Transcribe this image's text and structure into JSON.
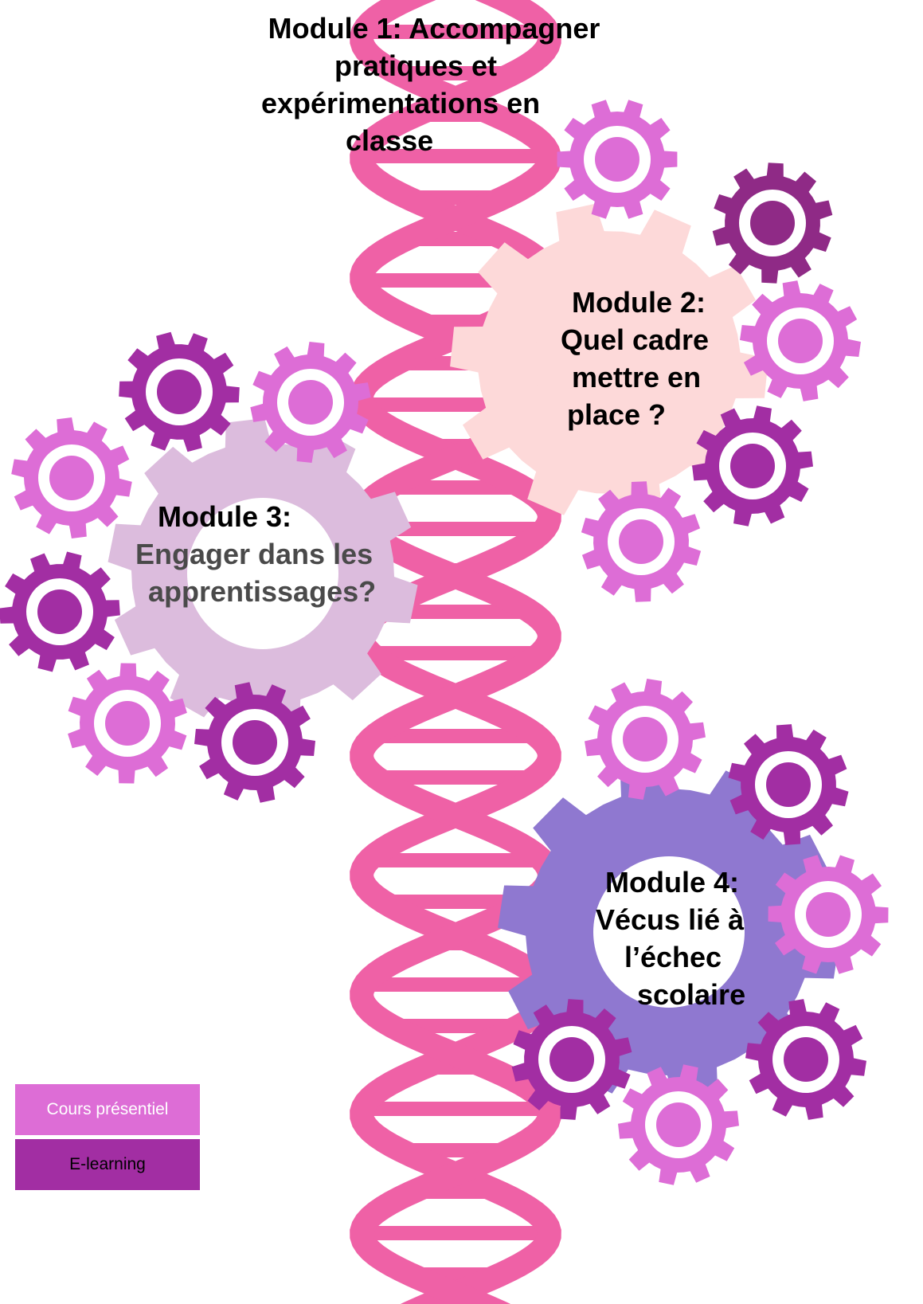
{
  "colors": {
    "helix": "#ef61a6",
    "gear_light": "#dd6dd6",
    "gear_dark": "#a22ea3",
    "gear_darker": "#8f2a86",
    "module2_gear": "#fdd9d9",
    "module3_gear": "#dcbcdd",
    "module4_gear": "#8f78d0",
    "muted_text": "#4a4a4a"
  },
  "modules": [
    {
      "id": "module-1",
      "lines": [
        "Module 1: Accompagner",
        "pratiques et",
        "expérimentations en",
        "classe"
      ]
    },
    {
      "id": "module-2",
      "lines": [
        "Module 2:",
        "Quel cadre",
        "mettre en",
        "place ?"
      ]
    },
    {
      "id": "module-3",
      "title": "Module 3:",
      "lines": [
        "Engager dans les",
        "apprentissages?"
      ]
    },
    {
      "id": "module-4",
      "lines": [
        "Module 4:",
        "Vécus lié à",
        "l’échec",
        "scolaire"
      ]
    }
  ],
  "legend": {
    "presentiel": {
      "label": "Cours présentiel",
      "icon": "legend-swatch-light"
    },
    "elearning": {
      "label": "E-learning",
      "icon": "legend-swatch-dark"
    }
  }
}
